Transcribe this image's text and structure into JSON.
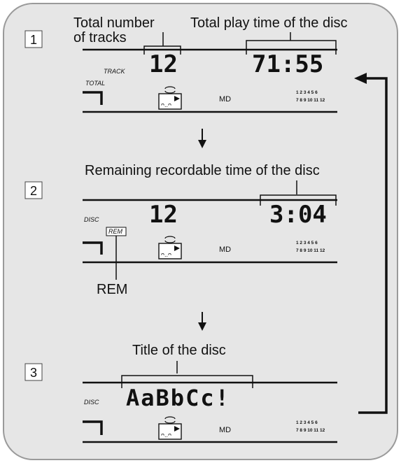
{
  "steps": [
    {
      "number": "1",
      "labels": {
        "left": "Total number\nof tracks",
        "right": "Total play time of the disc"
      },
      "indicators": {
        "top": "TRACK",
        "bottom": "TOTAL"
      },
      "display": {
        "left": "12",
        "right": "71:55"
      },
      "md": "MD",
      "track_numbers_row1": "1 2 3 4 5 6",
      "track_numbers_row2": "7 8 9 10 11 12"
    },
    {
      "number": "2",
      "labels": {
        "top": "Remaining recordable time of the disc",
        "bottom": "REM"
      },
      "indicators": {
        "left": "DISC",
        "rem_box": "REM"
      },
      "display": {
        "left": "12",
        "right": "3:04"
      },
      "md": "MD",
      "track_numbers_row1": "1 2 3 4 5 6",
      "track_numbers_row2": "7 8 9 10 11 12"
    },
    {
      "number": "3",
      "labels": {
        "top": "Title of the disc"
      },
      "indicators": {
        "left": "DISC"
      },
      "display": {
        "text": "AaBbCc!"
      },
      "md": "MD",
      "track_numbers_row1": "1 2 3 4 5 6",
      "track_numbers_row2": "7 8 9 10 11 12"
    }
  ],
  "colors": {
    "panel_bg": "#e6e6e6",
    "panel_border": "#9a9a9a",
    "ink": "#111111"
  }
}
